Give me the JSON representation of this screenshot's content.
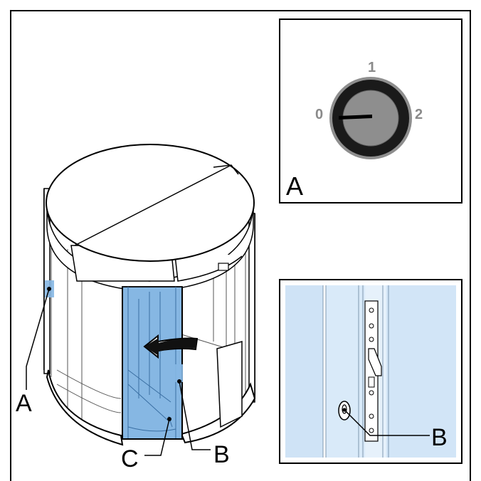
{
  "labels": {
    "callout_a": "A",
    "callout_b": "B",
    "callout_c": "C",
    "inset_top_label": "A",
    "inset_bottom_label": "B"
  },
  "key_switch": {
    "positions": [
      "0",
      "1",
      "2"
    ]
  },
  "colors": {
    "highlight_blue": "#86b7e3",
    "wing_blue": "#a9cdef",
    "ring_dark": "#1a1a1a",
    "knob_gray": "#8e8e8e",
    "dial_text_gray": "#8a8a8a"
  }
}
